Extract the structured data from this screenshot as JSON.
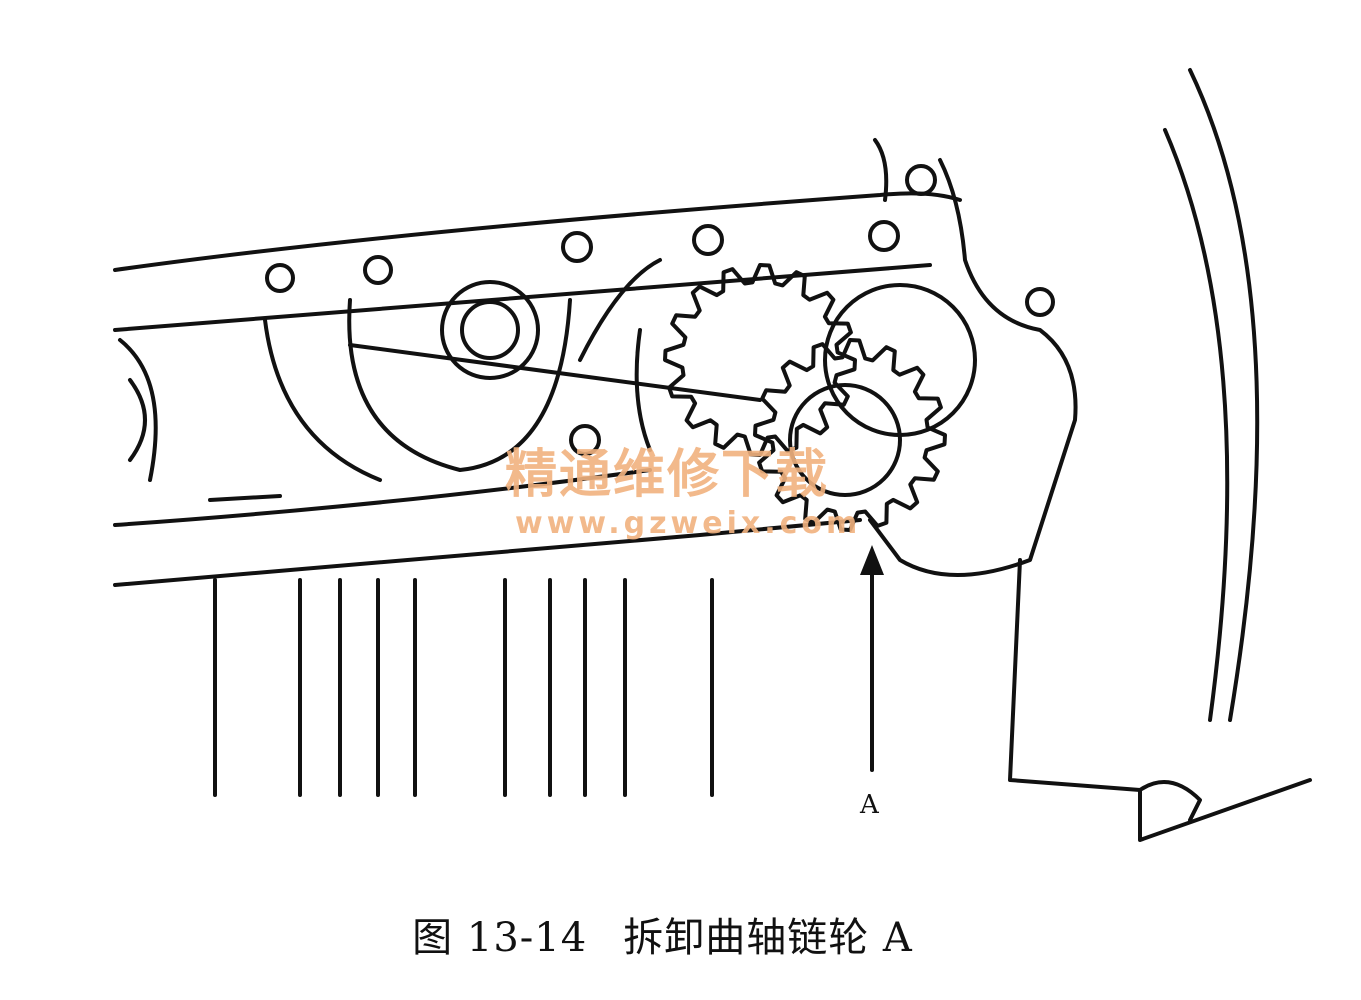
{
  "figure": {
    "pointer_label": "A",
    "caption_number": "图 13-14",
    "caption_text": "拆卸曲轴链轮 A"
  },
  "watermark": {
    "title": "精通维修下载",
    "url": "www.gzweix.com"
  }
}
